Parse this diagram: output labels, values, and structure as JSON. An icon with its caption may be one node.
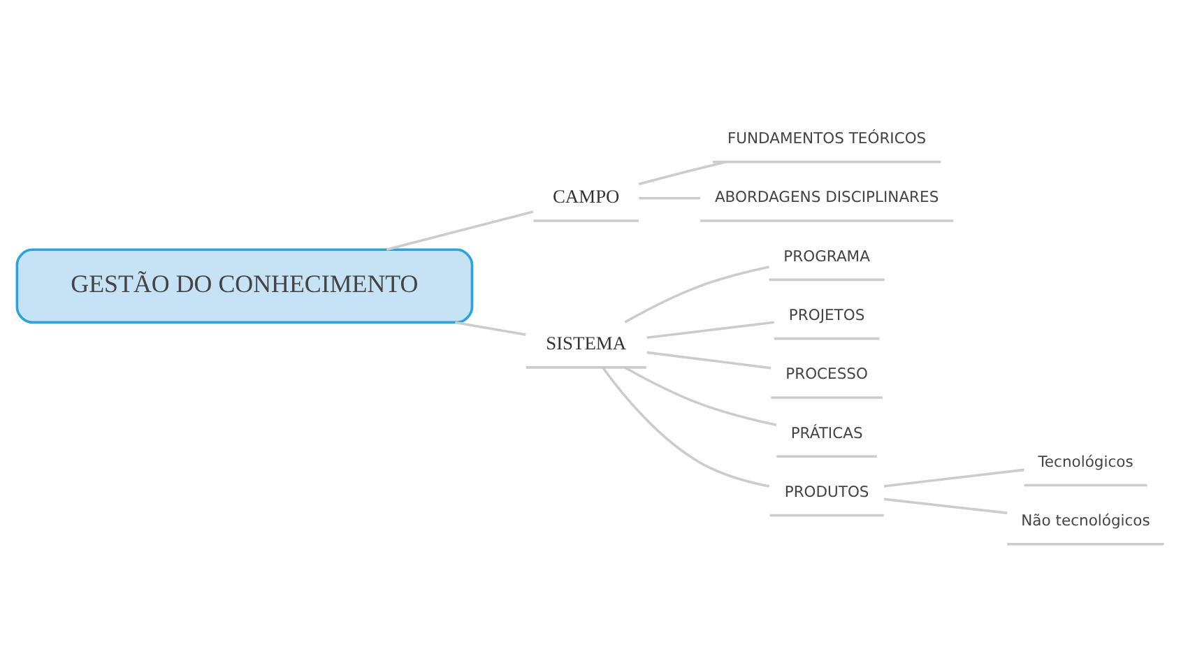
{
  "diagram": {
    "nodes": [
      {
        "text": [
          "GESTÃO DO CONHECIMENTO"
        ]
      },
      {
        "text": [
          "CAMPO"
        ]
      },
      {
        "text": [
          "FUNDAMENTOS TEÓRICOS"
        ]
      },
      {
        "text": [
          "ABORDAGENS DISCIPLINARES"
        ]
      },
      {
        "text": [
          "SISTEMA"
        ]
      },
      {
        "text": [
          "PROGRAMA"
        ]
      },
      {
        "text": [
          "PROJETOS"
        ]
      },
      {
        "text": [
          "PROCESSO"
        ]
      },
      {
        "text": [
          "PRÁTICAS"
        ]
      },
      {
        "text": [
          "PRODUTOS"
        ]
      },
      {
        "text": [
          "Tecnológicos"
        ]
      },
      {
        "text": [
          "Não tecnológicos"
        ]
      }
    ],
    "edges": [
      {
        "from": 0,
        "to": 1,
        "arrow": "none"
      },
      {
        "from": 1,
        "to": 2,
        "arrow": "none"
      },
      {
        "from": 1,
        "to": 3,
        "arrow": "none"
      },
      {
        "from": 0,
        "to": 4,
        "arrow": "none"
      },
      {
        "from": 4,
        "to": 5,
        "arrow": "none"
      },
      {
        "from": 4,
        "to": 6,
        "arrow": "none"
      },
      {
        "from": 4,
        "to": 7,
        "arrow": "none"
      },
      {
        "from": 4,
        "to": 8,
        "arrow": "none"
      },
      {
        "from": 4,
        "to": 9,
        "arrow": "none"
      },
      {
        "from": 9,
        "to": 10,
        "arrow": "none"
      },
      {
        "from": 9,
        "to": 11,
        "arrow": "none"
      }
    ]
  }
}
